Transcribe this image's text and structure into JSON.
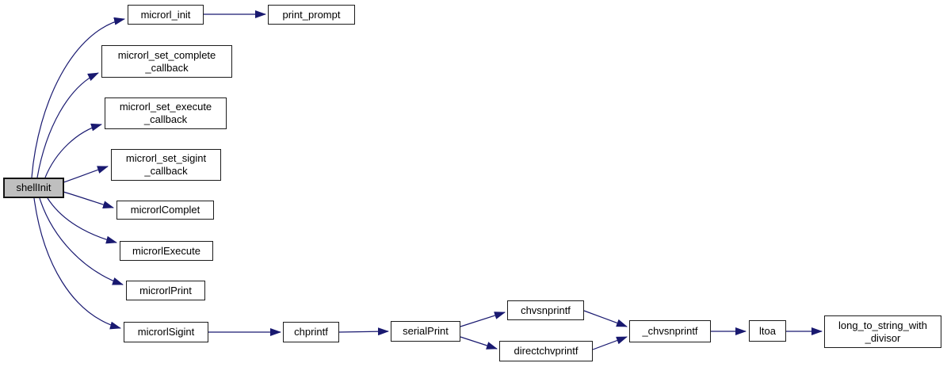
{
  "diagram": {
    "kind": "call-graph",
    "colors": {
      "background": "#ffffff",
      "edge": "#191970",
      "node_fill": "#ffffff",
      "node_border": "#1c1c1c",
      "highlight_fill": "#bfbfbf",
      "text": "#000000"
    },
    "nodes": [
      {
        "id": "shellInit",
        "label": "shellInit",
        "highlighted": true
      },
      {
        "id": "microrl_init",
        "label": "microrl_init"
      },
      {
        "id": "print_prompt",
        "label": "print_prompt"
      },
      {
        "id": "microrl_set_complete_callback",
        "label": "microrl_set_complete\n_callback"
      },
      {
        "id": "microrl_set_execute_callback",
        "label": "microrl_set_execute\n_callback"
      },
      {
        "id": "microrl_set_sigint_callback",
        "label": "microrl_set_sigint\n_callback"
      },
      {
        "id": "microrlComplet",
        "label": "microrlComplet"
      },
      {
        "id": "microrlExecute",
        "label": "microrlExecute"
      },
      {
        "id": "microrlPrint",
        "label": "microrlPrint"
      },
      {
        "id": "microrlSigint",
        "label": "microrlSigint"
      },
      {
        "id": "chprintf",
        "label": "chprintf"
      },
      {
        "id": "serialPrint",
        "label": "serialPrint"
      },
      {
        "id": "chvsnprintf",
        "label": "chvsnprintf"
      },
      {
        "id": "directchvprintf",
        "label": "directchvprintf"
      },
      {
        "id": "_chvsnprintf",
        "label": "_chvsnprintf"
      },
      {
        "id": "ltoa",
        "label": "ltoa"
      },
      {
        "id": "long_to_string_with_divisor",
        "label": "long_to_string_with\n_divisor"
      }
    ],
    "edges": [
      {
        "from": "shellInit",
        "to": "microrl_init"
      },
      {
        "from": "shellInit",
        "to": "microrl_set_complete_callback"
      },
      {
        "from": "shellInit",
        "to": "microrl_set_execute_callback"
      },
      {
        "from": "shellInit",
        "to": "microrl_set_sigint_callback"
      },
      {
        "from": "shellInit",
        "to": "microrlComplet"
      },
      {
        "from": "shellInit",
        "to": "microrlExecute"
      },
      {
        "from": "shellInit",
        "to": "microrlPrint"
      },
      {
        "from": "shellInit",
        "to": "microrlSigint"
      },
      {
        "from": "microrl_init",
        "to": "print_prompt"
      },
      {
        "from": "microrlSigint",
        "to": "chprintf"
      },
      {
        "from": "chprintf",
        "to": "serialPrint"
      },
      {
        "from": "serialPrint",
        "to": "chvsnprintf"
      },
      {
        "from": "serialPrint",
        "to": "directchvprintf"
      },
      {
        "from": "chvsnprintf",
        "to": "_chvsnprintf"
      },
      {
        "from": "directchvprintf",
        "to": "_chvsnprintf"
      },
      {
        "from": "_chvsnprintf",
        "to": "ltoa"
      },
      {
        "from": "ltoa",
        "to": "long_to_string_with_divisor"
      }
    ]
  }
}
